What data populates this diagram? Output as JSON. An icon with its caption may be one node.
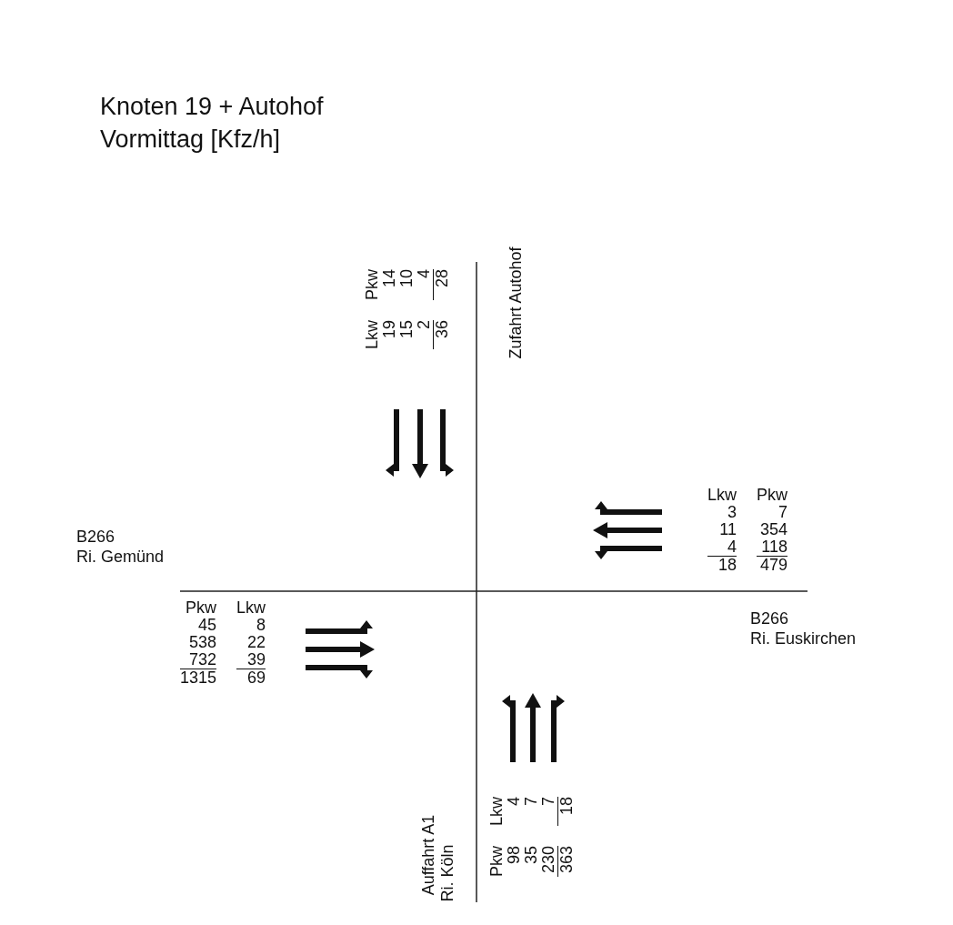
{
  "diagram": {
    "title": "Knoten 19 + Autohof",
    "labels": [
      "Vormittag [Kfz/h]",
      "Lkw",
      "Pkw",
      "19",
      "14",
      "15",
      "10",
      "2",
      "4",
      "36",
      "28",
      "Zufahrt Autohof",
      "B266",
      "Ri. Gemünd",
      "Lkw",
      "Pkw",
      "3",
      "7",
      "11",
      "354",
      "4",
      "118",
      "18",
      "479",
      "Pkw",
      "Lkw",
      "45",
      "8",
      "538",
      "22",
      "732",
      "39",
      "1315",
      "69",
      "B266",
      "Ri. Euskirchen",
      "Pkw",
      "Lkw",
      "98",
      "4",
      "35",
      "7",
      "230",
      "7",
      "363",
      "18",
      "Auffahrt A1",
      "Ri. Köln"
    ]
  }
}
